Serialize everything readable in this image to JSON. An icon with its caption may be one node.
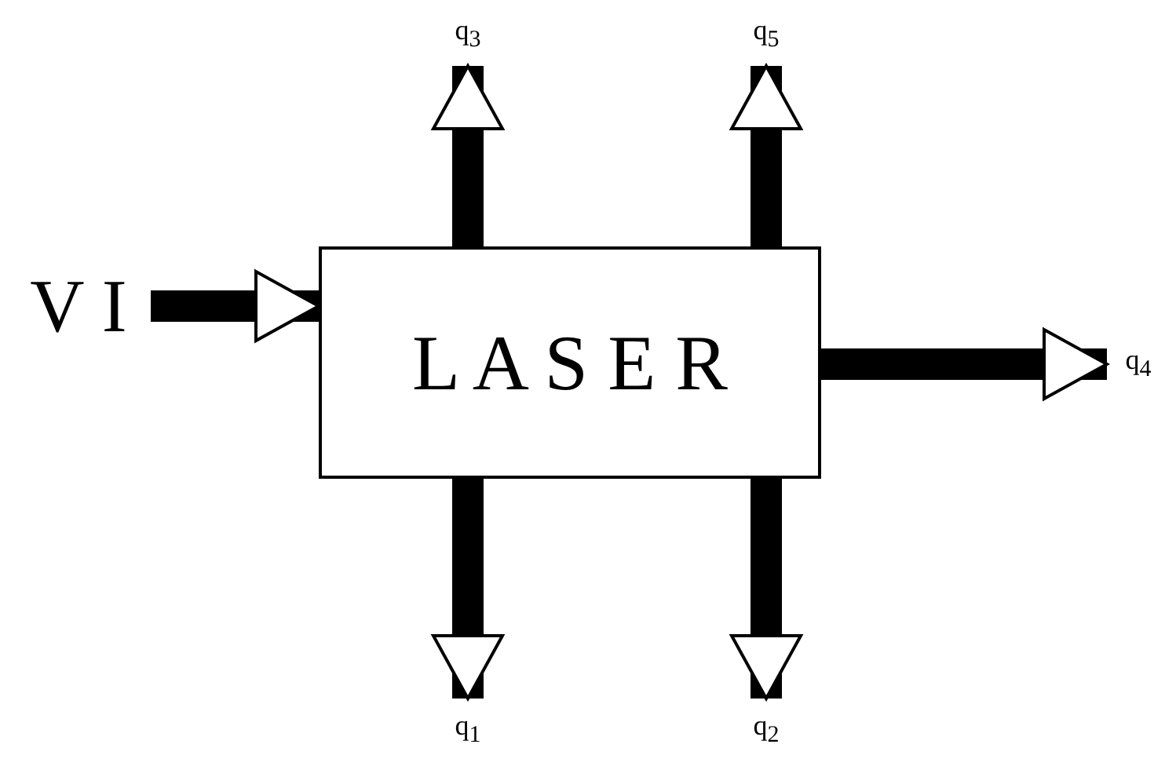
{
  "diagram": {
    "nodes": [
      {
        "text": [
          "V I"
        ]
      },
      {
        "text": [
          "L A S E R"
        ]
      },
      {
        "text": [
          "q$_{3}$"
        ]
      },
      {
        "text": [
          "q$_{5}$"
        ]
      },
      {
        "text": [
          "q$_{4}$"
        ]
      },
      {
        "text": [
          "q$_{1}$"
        ]
      },
      {
        "text": [
          "q$_{2}$"
        ]
      }
    ],
    "edges": [
      {
        "from": 0,
        "to": 1,
        "arrow": "to"
      },
      {
        "from": 1,
        "to": 2,
        "arrow": "to"
      },
      {
        "from": 1,
        "to": 3,
        "arrow": "to"
      },
      {
        "from": 1,
        "to": 4,
        "arrow": "to"
      },
      {
        "from": 1,
        "to": 5,
        "arrow": "to"
      },
      {
        "from": 1,
        "to": 6,
        "arrow": "to"
      }
    ]
  }
}
